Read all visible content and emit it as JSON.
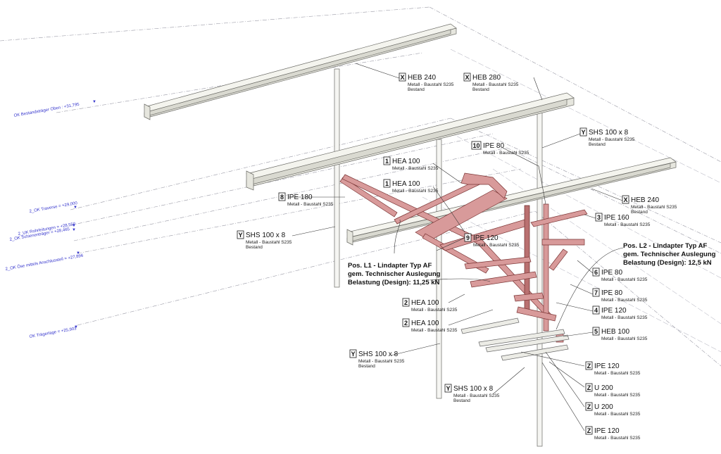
{
  "levels": [
    {
      "text": "OK Bestandsträger Oben : +31,795"
    },
    {
      "text": "2_OK Traverse = +29,000"
    },
    {
      "text": "2_UK Rohrleitungen = +28,550"
    },
    {
      "text": "2_OK Schienenträger = +28,465"
    },
    {
      "text": "2_OK Öse mittels Anschlussteil = +27,896"
    },
    {
      "text": "OK Trägerlage = +25,903"
    }
  ],
  "tags": [
    {
      "mark": "X",
      "profile": "HEB 240",
      "material": "Metall - Baustahl S235",
      "status": "Bestand"
    },
    {
      "mark": "X",
      "profile": "HEB 280",
      "material": "Metall - Baustahl S235",
      "status": "Bestand"
    },
    {
      "mark": "Y",
      "profile": "SHS 100 x 8",
      "material": "Metall - Baustahl S235",
      "status": "Bestand"
    },
    {
      "mark": "10",
      "profile": "IPE 80",
      "material": "Metall - Baustahl S235",
      "status": ""
    },
    {
      "mark": "1",
      "profile": "HEA 100",
      "material": "Metall - Baustahl S235",
      "status": ""
    },
    {
      "mark": "1",
      "profile": "HEA 100",
      "material": "Metall - Baustahl S235",
      "status": ""
    },
    {
      "mark": "8",
      "profile": "IPE 180",
      "material": "Metall - Baustahl S235",
      "status": ""
    },
    {
      "mark": "X",
      "profile": "HEB 240",
      "material": "Metall - Baustahl S235",
      "status": "Bestand"
    },
    {
      "mark": "3",
      "profile": "IPE 160",
      "material": "Metall - Baustahl S235",
      "status": ""
    },
    {
      "mark": "Y",
      "profile": "SHS 100 x 8",
      "material": "Metall - Baustahl S235",
      "status": "Bestand"
    },
    {
      "mark": "9",
      "profile": "IPE 120",
      "material": "Metall - Baustahl S235",
      "status": ""
    },
    {
      "mark": "6",
      "profile": "IPE 80",
      "material": "Metall - Baustahl S235",
      "status": ""
    },
    {
      "mark": "7",
      "profile": "IPE 80",
      "material": "Metall - Baustahl S235",
      "status": ""
    },
    {
      "mark": "4",
      "profile": "IPE 120",
      "material": "Metall - Baustahl S235",
      "status": ""
    },
    {
      "mark": "2",
      "profile": "HEA 100",
      "material": "Metall - Baustahl S235",
      "status": ""
    },
    {
      "mark": "2",
      "profile": "HEA 100",
      "material": "Metall - Baustahl S235",
      "status": ""
    },
    {
      "mark": "5",
      "profile": "HEB 100",
      "material": "Metall - Baustahl S235",
      "status": ""
    },
    {
      "mark": "Y",
      "profile": "SHS 100 x 8",
      "material": "Metall - Baustahl S235",
      "status": "Bestand"
    },
    {
      "mark": "Z",
      "profile": "IPE 120",
      "material": "Metall - Baustahl S235",
      "status": ""
    },
    {
      "mark": "Y",
      "profile": "SHS 100 x 8",
      "material": "Metall - Baustahl S235",
      "status": "Bestand"
    },
    {
      "mark": "Z",
      "profile": "U 200",
      "material": "Metall - Baustahl S235",
      "status": ""
    },
    {
      "mark": "Z",
      "profile": "U 200",
      "material": "Metall - Baustahl S235",
      "status": ""
    },
    {
      "mark": "Z",
      "profile": "IPE 120",
      "material": "Metall - Baustahl S235",
      "status": ""
    }
  ],
  "notes": [
    {
      "lines": [
        "Pos. L1 - Lindapter Typ AF",
        "gem. Technischer Auslegung",
        "Belastung (Design): 11,25 kN"
      ]
    },
    {
      "lines": [
        "Pos. L2 - Lindapter Typ AF",
        "gem. Technischer Auslegung",
        "Belastung (Design): 12,5 kN"
      ]
    }
  ],
  "colors": {
    "new_steel": "#d89a9a",
    "existing_steel": "#f4f4ee",
    "level_text": "#3333cc"
  }
}
